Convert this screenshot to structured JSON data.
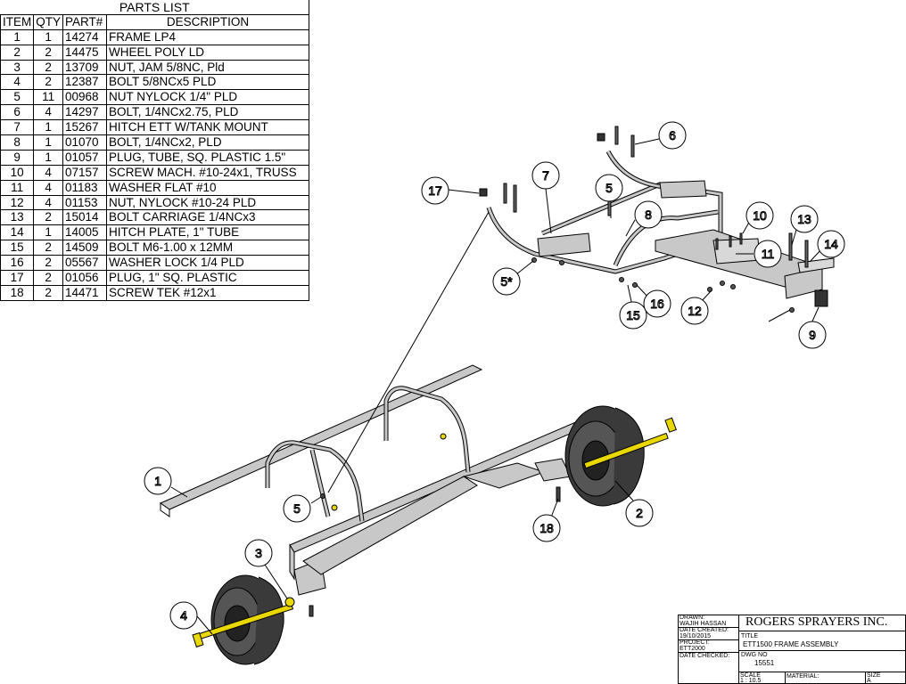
{
  "parts_list": {
    "title": "PARTS LIST",
    "headers": [
      "ITEM",
      "QTY",
      "PART#",
      "DESCRIPTION"
    ],
    "rows": [
      [
        "1",
        "1",
        "14274",
        "FRAME LP4"
      ],
      [
        "2",
        "2",
        "14475",
        "WHEEL POLY LD"
      ],
      [
        "3",
        "2",
        "13709",
        "NUT, JAM 5/8NC, Pld"
      ],
      [
        "4",
        "2",
        "12387",
        "BOLT 5/8NCx5 PLD"
      ],
      [
        "5",
        "11",
        "00968",
        "NUT NYLOCK 1/4\" PLD"
      ],
      [
        "6",
        "4",
        "14297",
        "BOLT, 1/4NCx2.75, PLD"
      ],
      [
        "7",
        "1",
        "15267",
        "HITCH ETT W/TANK MOUNT"
      ],
      [
        "8",
        "1",
        "01070",
        "BOLT, 1/4NCx2, PLD"
      ],
      [
        "9",
        "1",
        "01057",
        "PLUG, TUBE, SQ. PLASTIC 1.5\""
      ],
      [
        "10",
        "4",
        "07157",
        "SCREW MACH. #10-24x1, TRUSS"
      ],
      [
        "11",
        "4",
        "01183",
        "WASHER FLAT #10"
      ],
      [
        "12",
        "4",
        "01153",
        "NUT, NYLOCK #10-24 PLD"
      ],
      [
        "13",
        "2",
        "15014",
        "BOLT CARRIAGE 1/4NCx3"
      ],
      [
        "14",
        "1",
        "14005",
        "HITCH PLATE, 1\" TUBE"
      ],
      [
        "15",
        "2",
        "14509",
        "BOLT M6-1.00 x 12MM"
      ],
      [
        "16",
        "2",
        "05567",
        "WASHER LOCK 1/4 PLD"
      ],
      [
        "17",
        "2",
        "01056",
        "PLUG, 1\" SQ. PLASTIC"
      ],
      [
        "18",
        "2",
        "14471",
        "SCREW TEK #12x1"
      ]
    ]
  },
  "callouts": [
    "1",
    "2",
    "3",
    "4",
    "5",
    "5",
    "5*",
    "6",
    "7",
    "8",
    "9",
    "10",
    "11",
    "12",
    "13",
    "14",
    "15",
    "16",
    "17",
    "18"
  ],
  "title_block": {
    "drawn_label": "DRAWN:",
    "drawn_value": "WAJIH HASSAN",
    "date_created_label": "DATE CREATED:",
    "date_created_value": "19/10/2015",
    "project_label": "PROJECT:",
    "project_value": "ETT2000",
    "date_checked_label": "DATE CHECKED:",
    "company": "ROGERS SPRAYERS INC.",
    "title_label": "TITLE",
    "title_value": "ETT1500 FRAME ASSEMBLY",
    "dwg_label": "DWG NO",
    "dwg_value": "15551",
    "scale_label": "SCALE",
    "scale_value": "1 : 10.5",
    "material_label": "MATERIAL:",
    "size_label": "SIZE",
    "size_value": "A"
  },
  "colors": {
    "line": "#000000",
    "metal": "#c8c8c8",
    "tire": "#3a3a3a",
    "hardware": "#e8d800"
  }
}
